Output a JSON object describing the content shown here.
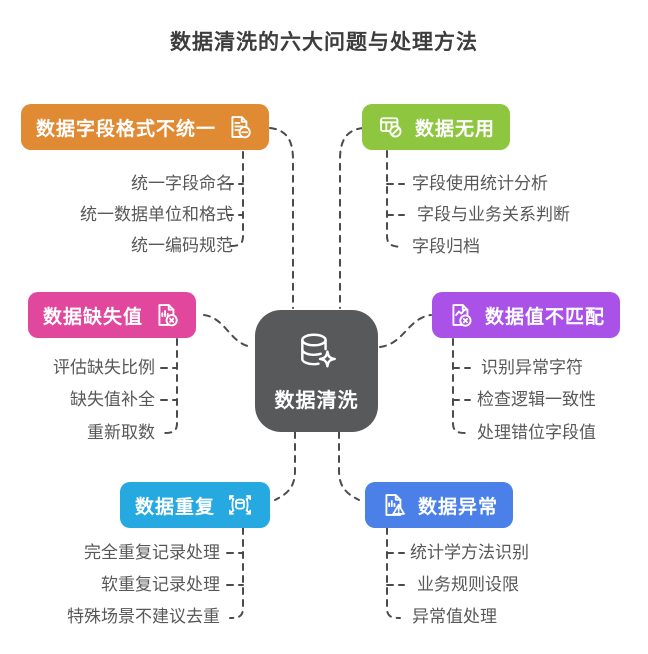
{
  "title": "数据清洗的六大问题与处理方法",
  "center": {
    "label": "数据清洗",
    "icon": "database-sparkle-icon",
    "color": "#58595B"
  },
  "branches": [
    {
      "label": "数据字段格式不统一",
      "icon": "document-minus-icon",
      "color": "#E08A33",
      "items": [
        "统一字段命名",
        "统一数据单位和格式",
        "统一编码规范"
      ]
    },
    {
      "label": "数据无用",
      "icon": "table-slash-icon",
      "color": "#8EC63F",
      "items": [
        "字段使用统计分析",
        "字段与业务关系判断",
        "字段归档"
      ]
    },
    {
      "label": "数据缺失值",
      "icon": "file-chart-x-icon",
      "color": "#E2479E",
      "items": [
        "评估缺失比例",
        "缺失值补全",
        "重新取数"
      ]
    },
    {
      "label": "数据值不匹配",
      "icon": "file-trend-x-icon",
      "color": "#AA52E8",
      "items": [
        "识别异常字符",
        "检查逻辑一致性",
        "处理错位字段值"
      ]
    },
    {
      "label": "数据重复",
      "icon": "database-arrows-icon",
      "color": "#25A9E0",
      "items": [
        "完全重复记录处理",
        "软重复记录处理",
        "特殊场景不建议去重"
      ]
    },
    {
      "label": "数据异常",
      "icon": "file-chart-warning-icon",
      "color": "#4A80E8",
      "items": [
        "统计学方法识别",
        "业务规则设限",
        "异常值处理"
      ]
    }
  ],
  "connector_color": "#4B4B4B"
}
